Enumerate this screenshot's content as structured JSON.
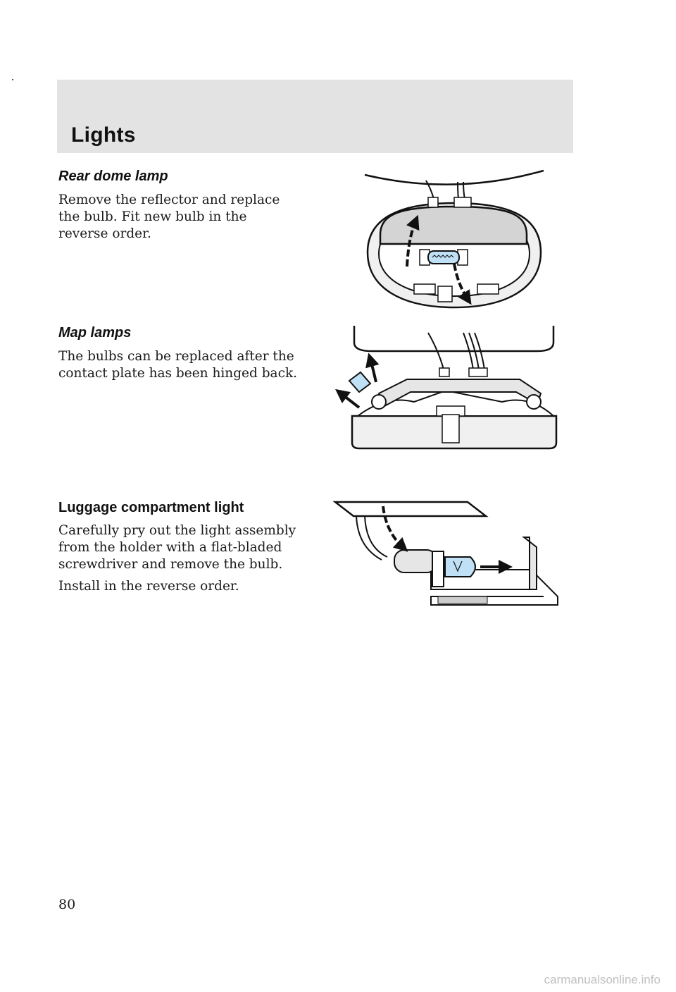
{
  "header": {
    "title": "Lights"
  },
  "sections": [
    {
      "heading": "Rear dome lamp",
      "lines": [
        "Remove the reflector and replace",
        "the bulb. Fit new bulb in the",
        "reverse order."
      ]
    },
    {
      "heading": "Map lamps",
      "lines": [
        "The bulbs can be replaced after the",
        "contact plate has been hinged back."
      ]
    },
    {
      "heading": "Luggage compartment light",
      "lines": [
        "Carefully pry out the light assembly",
        "from the holder with a flat-bladed",
        "screwdriver and remove the bulb."
      ],
      "note": "Install in the reverse order."
    }
  ],
  "page_number": "80",
  "watermark": "carmanualsonline.info",
  "colors": {
    "header_bg": "#e3e3e3",
    "bulb_fill": "#bfe0f5",
    "line": "#111111"
  }
}
